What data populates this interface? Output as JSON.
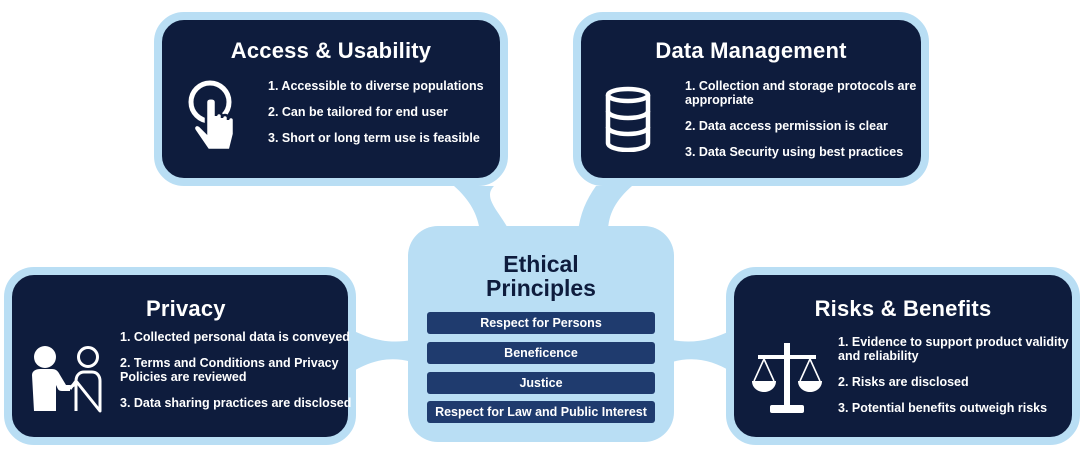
{
  "center": {
    "title_line1": "Ethical",
    "title_line2": "Principles",
    "principles": [
      "Respect for Persons",
      "Beneficence",
      "Justice",
      "Respect for Law and Public Interest"
    ]
  },
  "access_usability": {
    "title": "Access & Usability",
    "icon": "touch-hand-icon",
    "items": [
      "1. Accessible to diverse populations",
      "2. Can be tailored for end user",
      "3. Short or long term use is feasible"
    ]
  },
  "data_management": {
    "title": "Data Management",
    "icon": "database-icon",
    "items": [
      "1. Collection and storage protocols are appropriate",
      "2. Data access permission is clear",
      "3. Data Security using best practices"
    ]
  },
  "privacy": {
    "title": "Privacy",
    "icon": "handshake-people-icon",
    "items": [
      "1. Collected personal data is conveyed",
      "2. Terms and Conditions and Privacy Policies are reviewed",
      "3. Data sharing practices are disclosed"
    ]
  },
  "risks_benefits": {
    "title": "Risks & Benefits",
    "icon": "balance-scale-icon",
    "items": [
      "1. Evidence to support product validity and reliability",
      "2. Risks are disclosed",
      "3. Potential benefits outweigh risks"
    ]
  },
  "colors": {
    "card_fill": "#0e1c3d",
    "card_border": "#b9def4",
    "principle_fill": "#1f3b6e",
    "text_light": "#ffffff"
  }
}
